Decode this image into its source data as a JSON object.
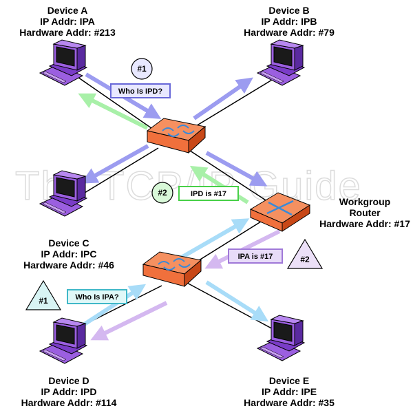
{
  "watermark": "The TCP/IP Guide",
  "devices": {
    "a": {
      "name": "Device A",
      "ip": "IP Addr: IPA",
      "hw": "Hardware Addr: #213"
    },
    "b": {
      "name": "Device B",
      "ip": "IP Addr: IPB",
      "hw": "Hardware Addr: #79"
    },
    "c": {
      "name": "Device C",
      "ip": "IP Addr: IPC",
      "hw": "Hardware Addr: #46"
    },
    "d": {
      "name": "Device D",
      "ip": "IP Addr: IPD",
      "hw": "Hardware Addr: #114"
    },
    "e": {
      "name": "Device E",
      "ip": "IP Addr: IPE",
      "hw": "Hardware Addr: #35"
    }
  },
  "router": {
    "line1": "Workgroup",
    "line2": "Router",
    "hw": "Hardware Addr: #17"
  },
  "messages": {
    "who_ipd": "Who Is IPD?",
    "ipd_is": "IPD is #17",
    "who_ipa": "Who Is IPA?",
    "ipa_is": "IPA is #17"
  },
  "markers": {
    "circle1": "#1",
    "circle2": "#2",
    "tri1": "#1",
    "tri2": "#2"
  },
  "colors": {
    "request_top": "#9c9cf0",
    "reply_top": "#a8f0a8",
    "request_bottom": "#a8dcf8",
    "reply_bottom": "#d4b8f0",
    "hub": "#f0703c",
    "computer": "#9b5fe0"
  }
}
